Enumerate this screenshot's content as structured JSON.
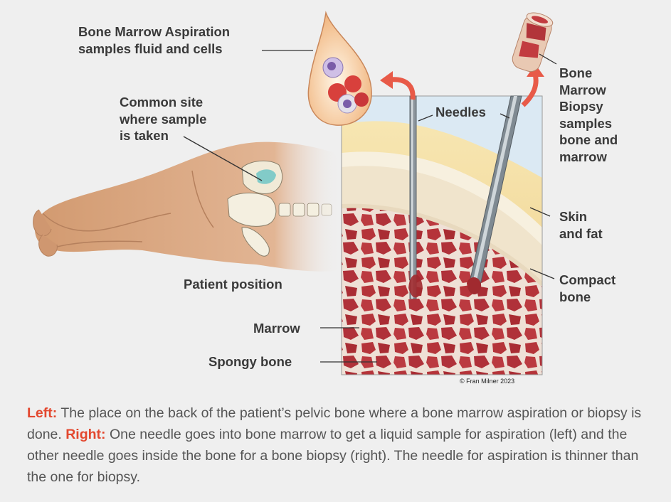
{
  "labels": {
    "aspiration_title": "Bone Marrow Aspiration",
    "aspiration_sub": "samples fluid and cells",
    "site_1": "Common site",
    "site_2": "where sample",
    "site_3": "is taken",
    "needles": "Needles",
    "biopsy_1": "Bone",
    "biopsy_2": "Marrow",
    "biopsy_3": "Biopsy",
    "biopsy_4": "samples",
    "biopsy_5": "bone and",
    "biopsy_6": "marrow",
    "skin_1": "Skin",
    "skin_2": "and fat",
    "compact_1": "Compact",
    "compact_2": "bone",
    "patient_position": "Patient position",
    "marrow": "Marrow",
    "spongy_bone": "Spongy bone",
    "copyright": "© Fran Milner 2023"
  },
  "caption": {
    "left_key": "Left:",
    "left_text": " The place on the back of the patient’s pelvic bone where a bone marrow aspiration or biopsy is done. ",
    "right_key": "Right:",
    "right_text": " One needle goes into bone marrow to get a liquid sample for aspiration (left) and the other needle goes inside the bone for a bone biopsy (right). The needle for aspiration is thinner than the one for biopsy."
  },
  "colors": {
    "accent": "#e3482f",
    "background": "#efefef",
    "text": "#3a3a3a",
    "marrow_red": "#b32f35",
    "fat_yellow": "#f3dfa3",
    "compact_bone": "#f4ecd9",
    "skin": "#d9a278"
  }
}
